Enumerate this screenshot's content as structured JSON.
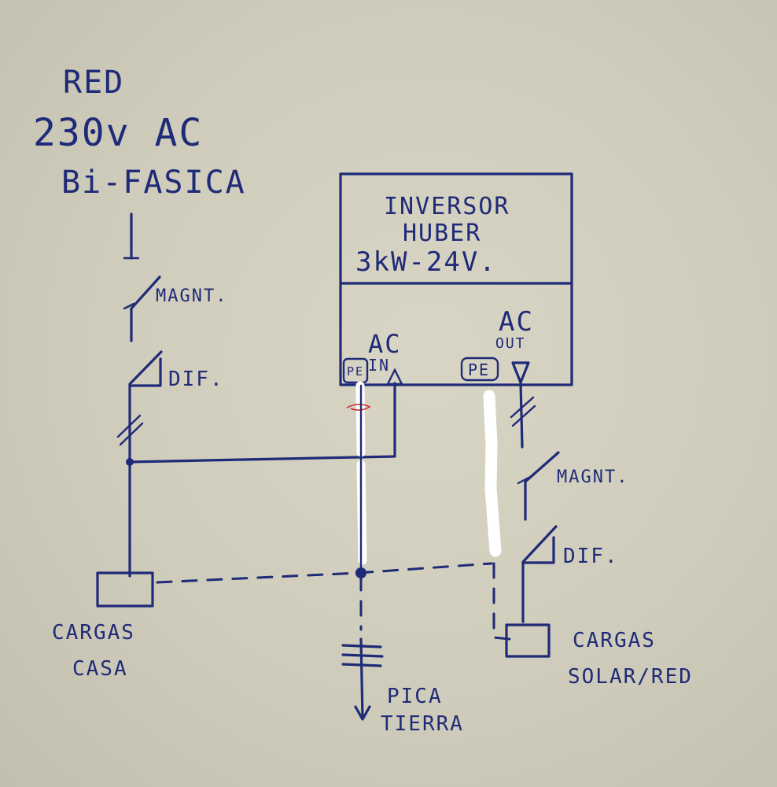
{
  "grid": {
    "title_line1": "RED",
    "title_line2": "230v AC",
    "title_line3": "Bi-FASICA"
  },
  "inverter": {
    "line1": "INVERSOR",
    "line2": "HUBER",
    "line3": "3kW-24V.",
    "ac_in": "AC",
    "ac_in_sub": "IN",
    "ac_out": "AC",
    "ac_out_sub": "OUT",
    "pe_in": "PE",
    "pe_out": "PE"
  },
  "left_branch": {
    "magnetotermico": "MAGNT.",
    "diferencial": "DIF."
  },
  "right_branch": {
    "magnetotermico": "MAGNT.",
    "diferencial": "DIF."
  },
  "loads": {
    "left_line1": "CARGAS",
    "left_line2": "CASA",
    "right_line1": "CARGAS",
    "right_line2": "SOLAR/RED"
  },
  "ground": {
    "line1": "PICA",
    "line2": "TIERRA"
  },
  "colors": {
    "ink": "#1f2a78",
    "paper": "#d6d3c3",
    "correction": "#ffffff",
    "red_mark": "#d8222a"
  }
}
